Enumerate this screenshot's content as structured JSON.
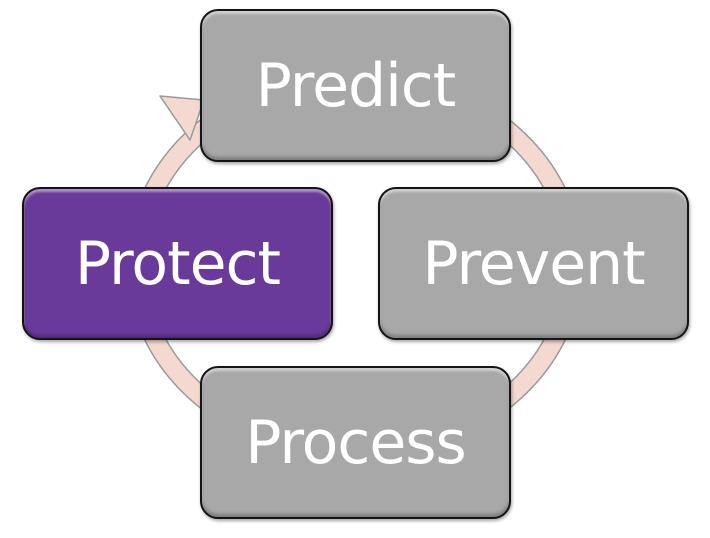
{
  "diagram": {
    "colors": {
      "ring_fill": "#f3d9cf",
      "ring_stroke": "#9a9a9a",
      "inactive_fill": "#a8a8a8",
      "active_fill": "#6a3a9b",
      "box_border": "#141414",
      "text": "#ffffff"
    },
    "nodes": [
      {
        "id": "predict",
        "label": "Predict",
        "active": false
      },
      {
        "id": "prevent",
        "label": "Prevent",
        "active": false
      },
      {
        "id": "process",
        "label": "Process",
        "active": false
      },
      {
        "id": "protect",
        "label": "Protect",
        "active": true
      }
    ]
  }
}
